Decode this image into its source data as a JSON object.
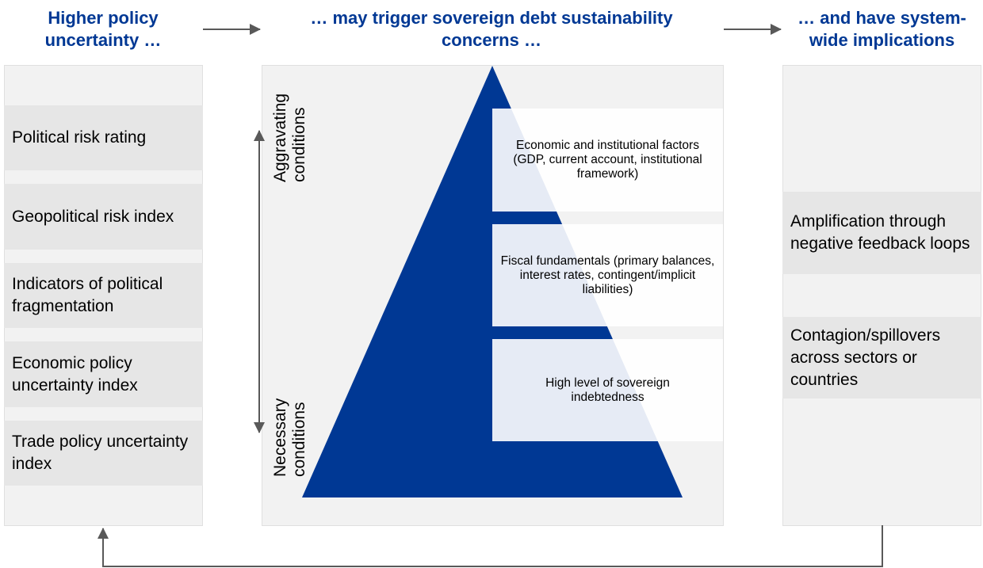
{
  "headers": {
    "left": "Higher policy uncertainty …",
    "middle": "… may trigger sovereign debt sustainability concerns …",
    "right": "… and have system-wide implications"
  },
  "left_items": [
    "Political risk rating",
    "Geopolitical risk index",
    "Indicators of political fragmentation",
    "Economic policy uncertainty index",
    "Trade policy uncertainty index"
  ],
  "pyramid": {
    "color": "#003894",
    "axis_top": "Aggravating conditions",
    "axis_bottom": "Necessary conditions",
    "levels": [
      "Economic and institutional factors (GDP, current account, institutional framework)",
      "Fiscal fundamentals (primary balances, interest rates, contingent/implicit liabilities)",
      "High level of sovereign indebtedness"
    ]
  },
  "right_items": [
    "Amplification through negative feedback loops",
    "Contagion/spillovers across sectors or countries"
  ]
}
